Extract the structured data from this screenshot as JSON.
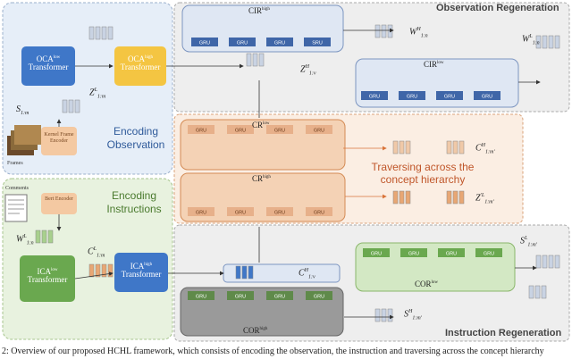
{
  "regions": {
    "observation_regeneration": "Observation Regeneration",
    "encoding_observation": "Encoding Observation",
    "encoding_instructions": "Encoding Instructions",
    "traversing": "Traversing across the concept hierarchy",
    "instruction_regeneration": "Instruction Regeneration"
  },
  "modules": {
    "oca_low": "OCA",
    "oca_low_sup": "low",
    "oca_high": "OCA",
    "oca_high_sup": "high",
    "transformer": "Transformer",
    "ica_low": "ICA",
    "ica_low_sup": "low",
    "ica_high": "ICA",
    "ica_high_sup": "high",
    "kernel_frame_encoder": "Kernel Frame Encoder",
    "bert_encoder": "Bert Encoder",
    "cir_high": "CIR",
    "cir_high_sup": "high",
    "cir_low": "CIR",
    "cir_low_sup": "low",
    "cr_low": "CR",
    "cr_low_sup": "low",
    "cr_high": "CR",
    "cr_high_sup": "high",
    "cor_low": "COR",
    "cor_low_sup": "low",
    "cor_high": "COR",
    "cor_high_sup": "high"
  },
  "unit_labels": {
    "gru": "GRU",
    "sru": "SRU"
  },
  "variables": {
    "s_low": "S",
    "s_low_sub": "1:m",
    "z_low": "Z",
    "z_low_sup": "L",
    "z_low_sub": "1:m",
    "z_high": "Z",
    "z_high_sup": "H",
    "z_high_sub": "1:v",
    "w_high": "W",
    "w_high_sup": "H",
    "w_high_sub": "1:n",
    "w_low_top": "W",
    "w_low_top_sup": "L",
    "w_low_top_sub": "1:n",
    "c_high_top": "C",
    "c_high_top_sup": "H",
    "c_high_top_sub": "1:m'",
    "z_low_top": "Z",
    "z_low_top_sup": "'L",
    "z_low_top_sub": "1:m'",
    "w_low": "W",
    "w_low_sup": "L",
    "w_low_sub": "1:n",
    "c_low": "C",
    "c_low_sup": "L",
    "c_low_sub": "1:m",
    "c_high_mid": "C",
    "c_high_mid_sup": "H",
    "c_high_mid_sub": "1:v",
    "s_low_out": "S",
    "s_low_out_sup": "L",
    "s_low_out_sub": "1:m'",
    "s_high_out": "S",
    "s_high_out_sup": "H",
    "s_high_out_sub": "1:m'"
  },
  "inputs": {
    "frames": "Frames",
    "comments": "Comments"
  },
  "caption": "2: Overview of our proposed HCHL framework, which consists of encoding the observation, the instruction and traversing across the concept hierarchy"
}
